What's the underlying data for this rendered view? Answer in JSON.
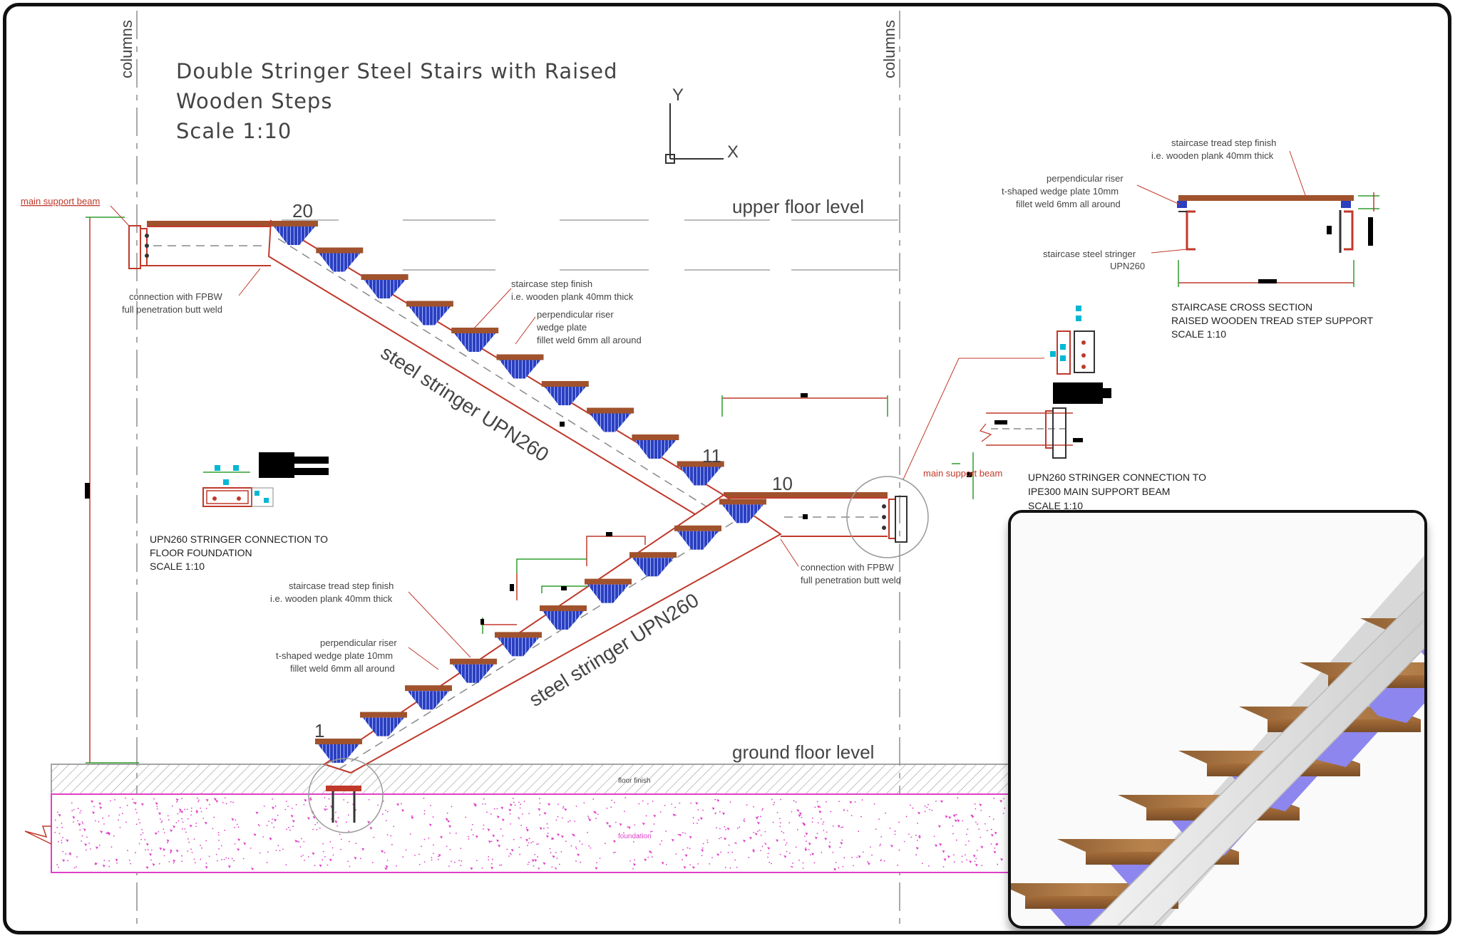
{
  "title": {
    "line1": "Double Stringer Steel Stairs with Raised",
    "line2": "Wooden Steps",
    "line3": "Scale 1:10"
  },
  "gridlines": {
    "left": "columns",
    "right": "columns"
  },
  "axes": {
    "y": "Y",
    "x": "X"
  },
  "levels": {
    "upper": "upper floor level",
    "ground": "ground floor level",
    "floor_finish": "floor finish",
    "foundation": "foundation"
  },
  "step_numbers": {
    "first": "1",
    "tenth": "10",
    "eleventh": "11",
    "twentieth": "20"
  },
  "stringer_labels": {
    "upper": "steel stringer UPN260",
    "lower": "steel stringer UPN260"
  },
  "callouts": {
    "main_support_beam_left": "main support beam",
    "main_support_beam_right": "main support beam",
    "fpbw_top": {
      "line1": "connection with FPBW",
      "line2": "full penetration butt weld"
    },
    "fpbw_mid": {
      "line1": "connection with FPBW",
      "line2": "full penetration butt weld"
    },
    "step_finish_upper": {
      "line1": "staircase step finish",
      "line2": "i.e. wooden plank 40mm thick"
    },
    "riser_upper": {
      "line1": "perpendicular riser",
      "line2": "wedge plate",
      "line3": "fillet weld 6mm all around"
    },
    "step_finish_lower": {
      "line1": "staircase tread step finish",
      "line2": "i.e. wooden plank 40mm thick"
    },
    "riser_lower": {
      "line1": "perpendicular riser",
      "line2": "t-shaped wedge plate 10mm",
      "line3": "fillet weld 6mm all around"
    }
  },
  "cross_section": {
    "finish": {
      "line1": "staircase tread step finish",
      "line2": "i.e. wooden plank 40mm thick"
    },
    "riser": {
      "line1": "perpendicular riser",
      "line2": "t-shaped wedge plate 10mm",
      "line3": "fillet weld 6mm all around"
    },
    "stringer": {
      "line1": "staircase steel stringer",
      "line2": "UPN260"
    },
    "caption": {
      "line1": "STAIRCASE CROSS SECTION",
      "line2": "RAISED WOODEN TREAD STEP SUPPORT",
      "line3": "SCALE 1:10"
    }
  },
  "details": {
    "foundation": {
      "line1": "UPN260 STRINGER CONNECTION TO",
      "line2": "FLOOR FOUNDATION",
      "line3": "SCALE 1:10"
    },
    "beam": {
      "line1": "UPN260 STRINGER CONNECTION TO",
      "line2": "IPE300 MAIN SUPPORT BEAM",
      "line3": "SCALE 1:10"
    }
  },
  "colors": {
    "wood": "#a0522d",
    "wedge": "#2b3fbf",
    "stringer": "#c0392b",
    "foundation": "#e040c8",
    "render_wood": "#a9743f",
    "render_wedge": "#8d86ee"
  }
}
